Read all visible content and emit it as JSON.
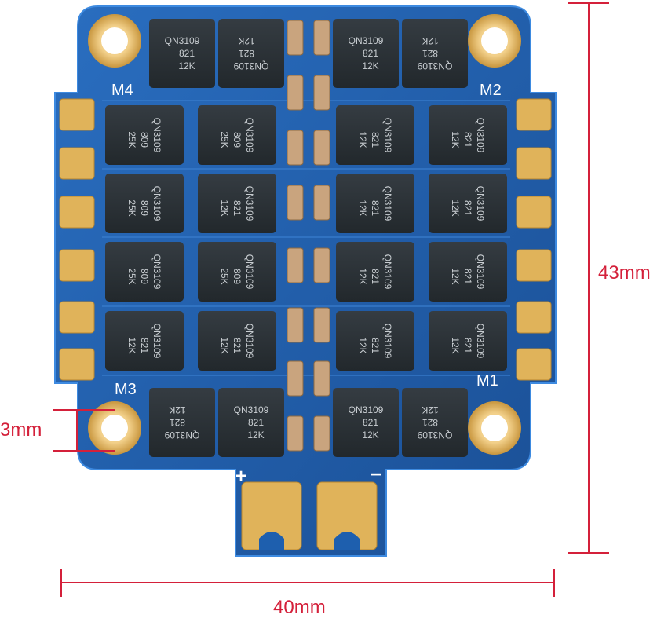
{
  "image": {
    "subject": "4-in-1 ESC board",
    "colors": {
      "board": "#1e5fae",
      "board_edge": "#2f7fd6",
      "mosfet": "#2b3136",
      "mosfet_text": "#c9ced2",
      "pad_gold": "#e0b35a",
      "capacitor": "#c9a47e",
      "dimension": "#d4203a"
    }
  },
  "labels": {
    "motors": [
      "M4",
      "M2",
      "M3",
      "M1"
    ],
    "power_plus": "+",
    "power_minus": "−"
  },
  "chip_markings": {
    "qn_part": "QN3109",
    "code_821": "821",
    "code_12k": "12K",
    "code_809": "809",
    "code_25k": "25K"
  },
  "dimensions": {
    "height": "43mm",
    "width": "40mm",
    "hole": "3mm"
  }
}
